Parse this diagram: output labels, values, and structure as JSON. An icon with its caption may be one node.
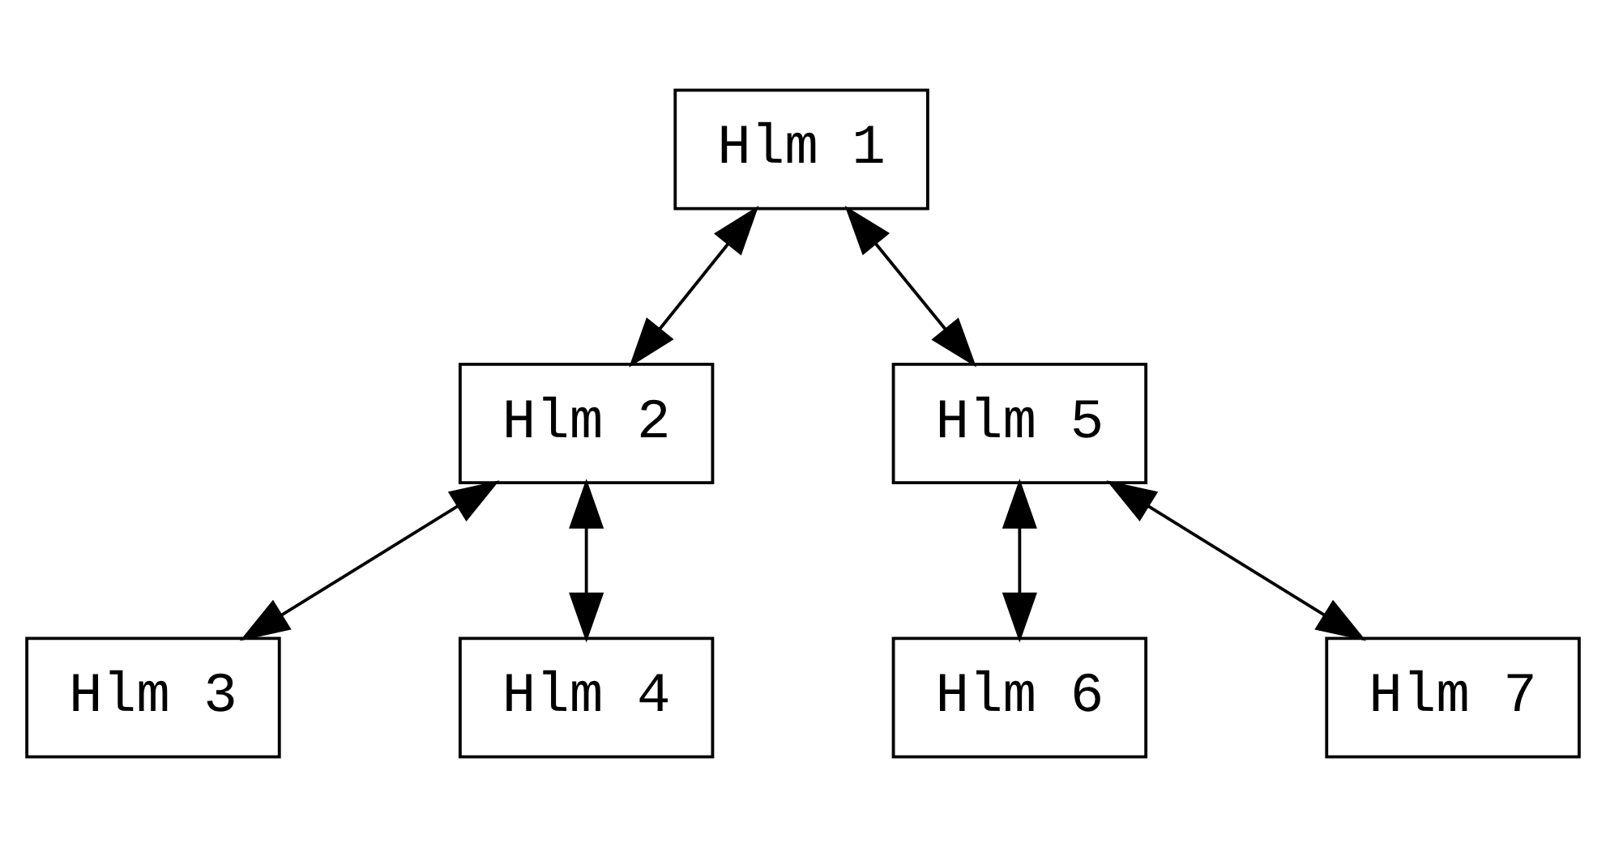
{
  "diagram": {
    "nodes": [
      {
        "text": [
          "Hlm 1"
        ]
      },
      {
        "text": [
          "Hlm 2"
        ]
      },
      {
        "text": [
          "Hlm 3"
        ]
      },
      {
        "text": [
          "Hlm 4"
        ]
      },
      {
        "text": [
          "Hlm 5"
        ]
      },
      {
        "text": [
          "Hlm 6"
        ]
      },
      {
        "text": [
          "Hlm 7"
        ]
      }
    ],
    "edges": [
      {
        "from": 0,
        "to": 1,
        "arrow": "both"
      },
      {
        "from": 0,
        "to": 4,
        "arrow": "both"
      },
      {
        "from": 1,
        "to": 2,
        "arrow": "both"
      },
      {
        "from": 1,
        "to": 3,
        "arrow": "both"
      },
      {
        "from": 4,
        "to": 5,
        "arrow": "both"
      },
      {
        "from": 4,
        "to": 6,
        "arrow": "both"
      }
    ]
  }
}
